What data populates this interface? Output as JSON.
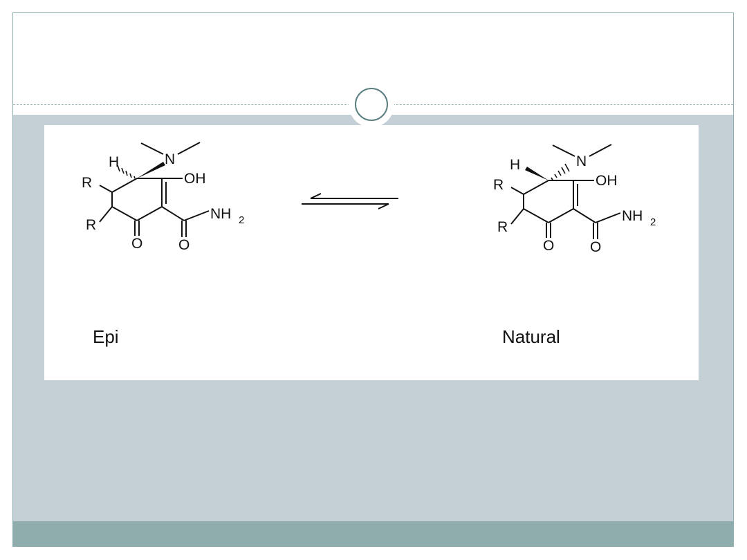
{
  "slide": {
    "colors": {
      "body_background": "#c4d0d6",
      "footer_band": "#8fadad",
      "border": "#8fb0b1",
      "ring": "#5b7e80"
    }
  },
  "structures": {
    "atoms": {
      "hydrogen": "H",
      "nitrogen": "N",
      "hydroxyl": "OH",
      "amide_n": "NH",
      "amide_subscript": "2",
      "substituent": "R",
      "oxygen": "O"
    },
    "epi": {
      "label": "Epi",
      "h_bond_style": "hashed"
    },
    "natural": {
      "label": "Natural",
      "h_bond_style": "wedge"
    },
    "equilibrium_symbol": "equilibrium-arrows"
  }
}
